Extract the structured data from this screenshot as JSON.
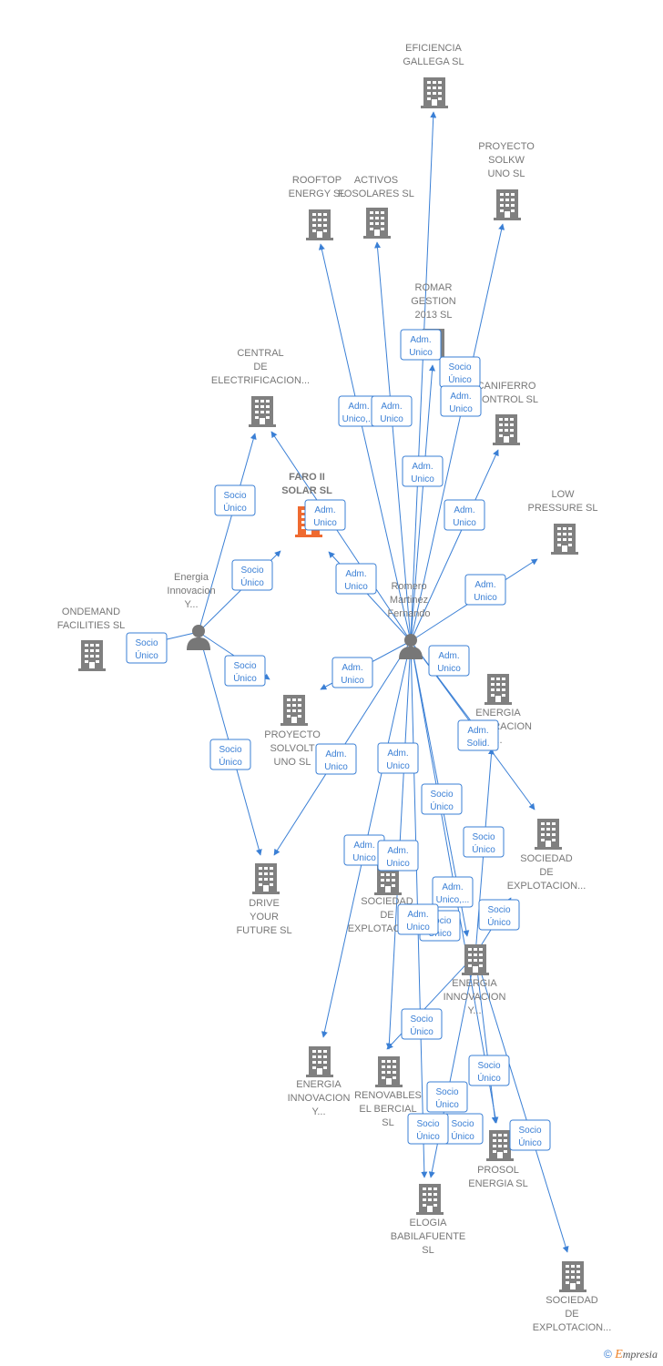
{
  "colors": {
    "edge": "#3a7fd5",
    "company": "#808080",
    "company_focus": "#ef6a30",
    "person": "#777777",
    "label": "#777777"
  },
  "nodes": [
    {
      "id": "eficiencia",
      "kind": "company",
      "label": [
        "EFICIENCIA",
        "GALLEGA SL"
      ]
    },
    {
      "id": "solkw",
      "kind": "company",
      "label": [
        "PROYECTO",
        "SOLKW",
        "UNO  SL"
      ]
    },
    {
      "id": "rooftop",
      "kind": "company",
      "label": [
        "ROOFTOP",
        "ENERGY  SL"
      ]
    },
    {
      "id": "activos",
      "kind": "company",
      "label": [
        "ACTIVOS",
        "FOSOLARES SL"
      ]
    },
    {
      "id": "romar",
      "kind": "company",
      "label": [
        "ROMAR",
        "GESTION",
        "2013  SL"
      ]
    },
    {
      "id": "central",
      "kind": "company",
      "label": [
        "CENTRAL",
        "DE",
        "ELECTRIFICACION..."
      ]
    },
    {
      "id": "faro",
      "kind": "company",
      "focus": true,
      "label": [
        "FARO II",
        "SOLAR  SL"
      ]
    },
    {
      "id": "caniferro",
      "kind": "company",
      "label": [
        "CANIFERRO",
        "CONTROL  SL"
      ]
    },
    {
      "id": "low",
      "kind": "company",
      "label": [
        "LOW",
        "PRESSURE  SL"
      ]
    },
    {
      "id": "ondemand",
      "kind": "company",
      "label": [
        "ONDEMAND",
        "FACILITIES SL"
      ]
    },
    {
      "id": "p_energia",
      "kind": "person",
      "label": [
        "Energia",
        "Innovacion",
        "Y..."
      ]
    },
    {
      "id": "p_romero",
      "kind": "person",
      "label": [
        "Romero",
        "Martinez",
        "Fernando"
      ]
    },
    {
      "id": "solvolt",
      "kind": "company",
      "label": [
        "PROYECTO",
        "SOLVOLT",
        "UNO  SL"
      ]
    },
    {
      "id": "energia_gen",
      "kind": "company",
      "label": [
        "ENERGIA",
        "GENERACION",
        "..."
      ]
    },
    {
      "id": "soc_exp1",
      "kind": "company",
      "label": [
        "SOCIEDAD",
        "DE",
        "EXPLOTACION..."
      ]
    },
    {
      "id": "drive",
      "kind": "company",
      "label": [
        "DRIVE",
        "YOUR",
        "FUTURE  SL"
      ]
    },
    {
      "id": "soc_exp2",
      "kind": "company",
      "label": [
        "SOCIEDAD",
        "DE",
        "EXPLOTACION..."
      ]
    },
    {
      "id": "energia_inn1",
      "kind": "company",
      "label": [
        "ENERGIA",
        "INNOVACION",
        "Y..."
      ]
    },
    {
      "id": "energia_inn2",
      "kind": "company",
      "label": [
        "ENERGIA",
        "INNOVACION",
        "Y..."
      ]
    },
    {
      "id": "renovables",
      "kind": "company",
      "label": [
        "RENOVABLES",
        "EL BERCIAL",
        "SL"
      ]
    },
    {
      "id": "prosol",
      "kind": "company",
      "label": [
        "PROSOL",
        "ENERGIA  SL"
      ]
    },
    {
      "id": "elogia",
      "kind": "company",
      "label": [
        "ELOGIA",
        "BABILAFUENTE",
        "SL"
      ]
    },
    {
      "id": "soc_exp3",
      "kind": "company",
      "label": [
        "SOCIEDAD",
        "DE",
        "EXPLOTACION..."
      ]
    }
  ],
  "relations": [
    {
      "id": "r1",
      "text": [
        "Adm.",
        "Unico"
      ]
    },
    {
      "id": "r2",
      "text": [
        "Socio",
        "Único"
      ]
    },
    {
      "id": "r3",
      "text": [
        "Adm.",
        "Unico"
      ]
    },
    {
      "id": "r4",
      "text": [
        "Adm.",
        "Unico,..."
      ]
    },
    {
      "id": "r5",
      "text": [
        "Adm.",
        "Unico"
      ]
    },
    {
      "id": "r6",
      "text": [
        "Adm.",
        "Unico"
      ]
    },
    {
      "id": "r7",
      "text": [
        "Socio",
        "Único"
      ]
    },
    {
      "id": "r8",
      "text": [
        "Adm.",
        "Unico"
      ]
    },
    {
      "id": "r9",
      "text": [
        "Adm.",
        "Unico"
      ]
    },
    {
      "id": "r10",
      "text": [
        "Socio",
        "Único"
      ]
    },
    {
      "id": "r11",
      "text": [
        "Adm.",
        "Unico"
      ]
    },
    {
      "id": "r12",
      "text": [
        "Adm.",
        "Unico"
      ]
    },
    {
      "id": "r13",
      "text": [
        "Socio",
        "Único"
      ]
    },
    {
      "id": "r14",
      "text": [
        "Socio",
        "Único"
      ]
    },
    {
      "id": "r15",
      "text": [
        "Adm.",
        "Unico"
      ]
    },
    {
      "id": "r16",
      "text": [
        "Adm.",
        "Unico"
      ]
    },
    {
      "id": "r17",
      "text": [
        "Adm.",
        "Solid."
      ]
    },
    {
      "id": "r18",
      "text": [
        "Socio",
        "Único"
      ]
    },
    {
      "id": "r19",
      "text": [
        "Adm.",
        "Unico"
      ]
    },
    {
      "id": "r20",
      "text": [
        "Adm.",
        "Unico"
      ]
    },
    {
      "id": "r21",
      "text": [
        "Socio",
        "Único"
      ]
    },
    {
      "id": "r22",
      "text": [
        "Socio",
        "Único"
      ]
    },
    {
      "id": "r23",
      "text": [
        "Adm.",
        "Unico"
      ]
    },
    {
      "id": "r24",
      "text": [
        "Adm.",
        "Unico"
      ]
    },
    {
      "id": "r25",
      "text": [
        "Adm.",
        "Unico,..."
      ]
    },
    {
      "id": "r26",
      "text": [
        "Socio",
        "Único"
      ]
    },
    {
      "id": "r27",
      "text": [
        "Socio",
        "Único"
      ]
    },
    {
      "id": "r28",
      "text": [
        "Adm.",
        "Unico"
      ]
    },
    {
      "id": "r29",
      "text": [
        "Socio",
        "Único"
      ]
    },
    {
      "id": "r30",
      "text": [
        "Socio",
        "Único"
      ]
    },
    {
      "id": "r31",
      "text": [
        "Socio",
        "Único"
      ]
    },
    {
      "id": "r32",
      "text": [
        "Socio",
        "Único"
      ]
    },
    {
      "id": "r33",
      "text": [
        "Socio",
        "Único"
      ]
    },
    {
      "id": "r34",
      "text": [
        "Socio",
        "Único"
      ]
    }
  ],
  "edges": [
    {
      "from": "p_romero",
      "to": "eficiencia"
    },
    {
      "from": "p_romero",
      "to": "solkw"
    },
    {
      "from": "p_romero",
      "to": "rooftop"
    },
    {
      "from": "p_romero",
      "to": "activos"
    },
    {
      "from": "p_romero",
      "to": "romar"
    },
    {
      "from": "p_romero",
      "to": "central"
    },
    {
      "from": "p_romero",
      "to": "faro"
    },
    {
      "from": "p_romero",
      "to": "caniferro"
    },
    {
      "from": "p_romero",
      "to": "low"
    },
    {
      "from": "p_romero",
      "to": "solvolt"
    },
    {
      "from": "p_romero",
      "to": "soc_exp1"
    },
    {
      "from": "p_romero",
      "to": "drive"
    },
    {
      "from": "p_romero",
      "to": "energia_inn2"
    },
    {
      "from": "p_romero",
      "to": "renovables"
    },
    {
      "from": "p_romero",
      "to": "energia_inn1"
    },
    {
      "from": "p_romero",
      "to": "elogia"
    },
    {
      "from": "p_romero",
      "to": "prosol"
    },
    {
      "from": "p_romero",
      "to": "energia_gen"
    },
    {
      "from": "p_energia",
      "to": "central"
    },
    {
      "from": "p_energia",
      "to": "faro"
    },
    {
      "from": "p_energia",
      "to": "ondemand"
    },
    {
      "from": "p_energia",
      "to": "solvolt"
    },
    {
      "from": "p_energia",
      "to": "drive"
    },
    {
      "from": "energia_inn1",
      "to": "energia_gen"
    },
    {
      "from": "energia_inn1",
      "to": "soc_exp2"
    },
    {
      "from": "energia_inn1",
      "to": "renovables"
    },
    {
      "from": "energia_inn1",
      "to": "elogia"
    },
    {
      "from": "energia_inn1",
      "to": "prosol"
    },
    {
      "from": "energia_inn1",
      "to": "soc_exp3"
    }
  ],
  "brand": {
    "copyright": "©",
    "initial": "E",
    "rest": "mpresia"
  }
}
